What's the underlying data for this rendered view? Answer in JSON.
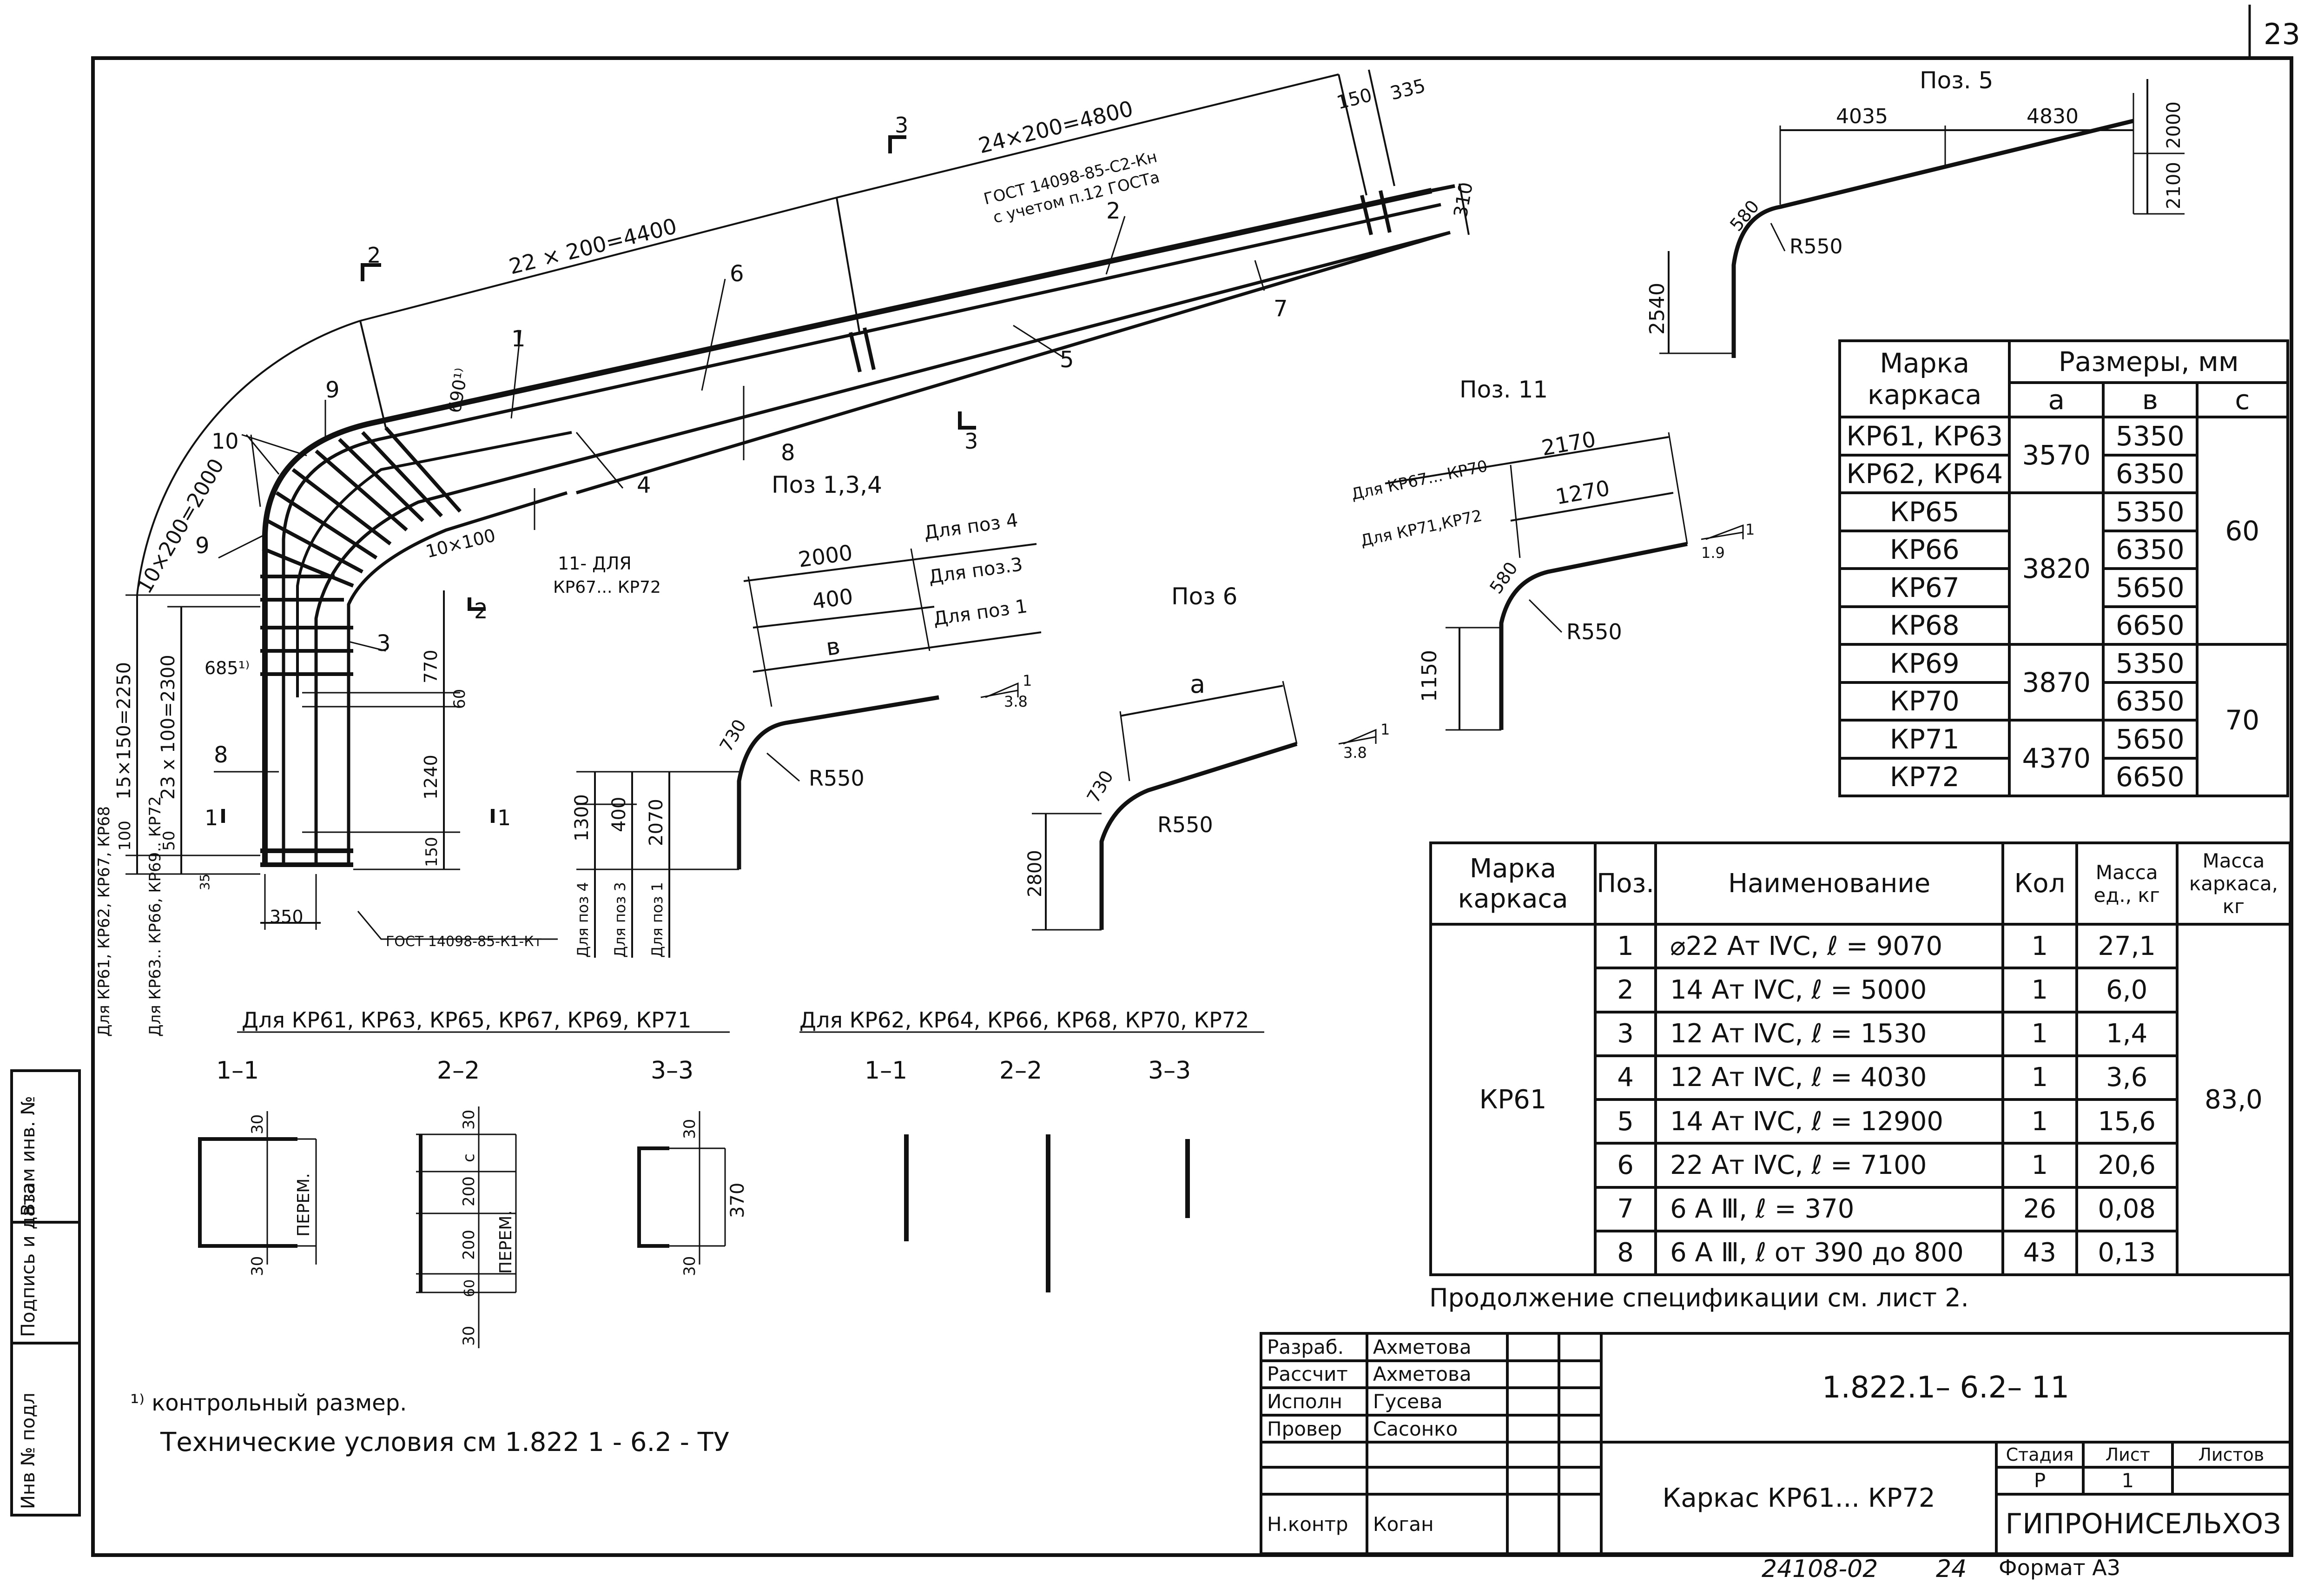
{
  "page_number": "23",
  "dims_main": {
    "d_10x200": "10×200=2000",
    "d_22x200": "22 × 200=4400",
    "d_24x200": "24×200=4800",
    "d_150": "150",
    "d_335": "335",
    "d_310": "310",
    "d_690": "690¹⁾",
    "d_685": "685¹⁾",
    "d_10x100": "10×100",
    "d_770": "770",
    "d_60": "60",
    "d_1240": "1240",
    "d_150b": "150",
    "d_350": "350",
    "d_15x150": "15×150=2250",
    "d_23x100": "23 x 100=2300",
    "d_100": "100",
    "d_50": "50",
    "d_35": "35"
  },
  "gost": {
    "top": "ГОСТ 14098-85-С2-Кн",
    "top_note": "с учетом п.12 ГОСТа",
    "bottom": "ГОСТ 14098-85-К1-Кт"
  },
  "callouts": [
    "1",
    "2",
    "3",
    "4",
    "5",
    "6",
    "7",
    "8",
    "8",
    "9",
    "9",
    "10",
    "11- ДЛЯ",
    "КР67... КР72"
  ],
  "section_marks": [
    "2",
    "2",
    "3",
    "3",
    "1",
    "1"
  ],
  "side_labels": {
    "kr61": "Для КР61, КР62, КР67, КР68",
    "kr63": "Для КР63.. КР66, КР69.. КР72"
  },
  "poz5": {
    "title": "Поз. 5",
    "d1": "4035",
    "d2": "4830",
    "d3": "2000",
    "d4": "2100",
    "d5": "580",
    "r": "R550",
    "h": "2540"
  },
  "poz134": {
    "title": "Поз 1,3,4",
    "d2000": "2000",
    "d400": "400",
    "db": "в",
    "for4": "Для поз 4",
    "for3": "Для поз.3",
    "for1": "Для поз 1",
    "slope": "3.8",
    "slope_one": "1",
    "d730": "730",
    "r": "R550",
    "h1300": "1300",
    "h400": "400",
    "h2070": "2070",
    "v4": "Для поз 4",
    "v3": "Для поз 3",
    "v1": "Для поз 1"
  },
  "poz6": {
    "title": "Поз 6",
    "da": "а",
    "d730": "730",
    "r": "R550",
    "h": "2800",
    "slope": "3.8",
    "slope_one": "1"
  },
  "poz11": {
    "title": "Поз. 11",
    "for67": "Для КР67... КР70",
    "for71": "Для КР71,КР72",
    "d2170": "2170",
    "d1270": "1270",
    "slope": "1.9",
    "slope_one": "1",
    "d580": "580",
    "r": "R550",
    "h": "1150"
  },
  "sections": {
    "group1": "Для КР61, КР63, КР65, КР67, КР69, КР71",
    "group2": "Для КР62, КР64, КР66, КР68, КР70, КР72",
    "s11": "1–1",
    "s22": "2–2",
    "s33": "3–3",
    "d30": "30",
    "perem": "ПЕРЕМ.",
    "dc": "с",
    "d200": "200",
    "d60": "60",
    "d370": "370"
  },
  "sizes_table": {
    "title_mark": "Марка каркаса",
    "title_sizes": "Размеры, мм",
    "col_a": "а",
    "col_b": "в",
    "col_c": "с",
    "rows": [
      {
        "mark": "КР61, КР63",
        "a": "3570",
        "b": "5350",
        "c": "60"
      },
      {
        "mark": "КР62, КР64",
        "a": "",
        "b": "6350",
        "c": ""
      },
      {
        "mark": "КР65",
        "a": "3820",
        "b": "5350",
        "c": ""
      },
      {
        "mark": "КР66",
        "a": "",
        "b": "6350",
        "c": ""
      },
      {
        "mark": "КР67",
        "a": "",
        "b": "5650",
        "c": ""
      },
      {
        "mark": "КР68",
        "a": "",
        "b": "6650",
        "c": ""
      },
      {
        "mark": "КР69",
        "a": "3870",
        "b": "5350",
        "c": "70"
      },
      {
        "mark": "КР70",
        "a": "",
        "b": "6350",
        "c": ""
      },
      {
        "mark": "КР71",
        "a": "4370",
        "b": "5650",
        "c": ""
      },
      {
        "mark": "КР72",
        "a": "",
        "b": "6650",
        "c": ""
      }
    ]
  },
  "spec_table": {
    "h_mark": "Марка каркаса",
    "h_pos": "Поз.",
    "h_name": "Наименование",
    "h_qty": "Кол",
    "h_mass_unit": "Масса ед., кг",
    "h_mass_total": "Масса каркаса, кг",
    "mark": "КР61",
    "total": "83,0",
    "rows": [
      {
        "pos": "1",
        "name": "⌀22 Ат ⅣС, ℓ = 9070",
        "qty": "1",
        "mass": "27,1"
      },
      {
        "pos": "2",
        "name": "14 Ат ⅣС, ℓ = 5000",
        "qty": "1",
        "mass": "6,0"
      },
      {
        "pos": "3",
        "name": "12 Ат ⅣС, ℓ = 1530",
        "qty": "1",
        "mass": "1,4"
      },
      {
        "pos": "4",
        "name": "12 Ат ⅣС, ℓ = 4030",
        "qty": "1",
        "mass": "3,6"
      },
      {
        "pos": "5",
        "name": "14 Ат ⅣС, ℓ = 12900",
        "qty": "1",
        "mass": "15,6"
      },
      {
        "pos": "6",
        "name": "22 Ат ⅣС, ℓ = 7100",
        "qty": "1",
        "mass": "20,6"
      },
      {
        "pos": "7",
        "name": "6 А Ⅲ, ℓ = 370",
        "qty": "26",
        "mass": "0,08"
      },
      {
        "pos": "8",
        "name": "6 А Ⅲ, ℓ от 390 до 800",
        "qty": "43",
        "mass": "0,13"
      }
    ]
  },
  "spec_note": "Продолжение спецификации см. лист 2.",
  "footnote1": "¹⁾ контрольный размер.",
  "footnote2": "Технические условия см 1.822 1 - 6.2 - ТУ",
  "stamp": {
    "roles": [
      {
        "role": "Разраб.",
        "name": "Ахметова"
      },
      {
        "role": "Рассчит",
        "name": "Ахметова"
      },
      {
        "role": "Исполн",
        "name": "Гусева"
      },
      {
        "role": "Провер",
        "name": "Сасонко"
      },
      {
        "role": "",
        "name": ""
      },
      {
        "role": "",
        "name": ""
      },
      {
        "role": "Н.контр",
        "name": "Коган"
      }
    ],
    "doc_code": "1.822.1– 6.2– 11",
    "title": "Каркас КР61... КР72",
    "h_stage": "Стадия",
    "h_sheet": "Лист",
    "h_sheets": "Листов",
    "stage": "Р",
    "sheet": "1",
    "sheets": "",
    "org": "ГИПРОНИСЕЛЬХОЗ"
  },
  "sidebar": {
    "inv_podl": "Инв № подл",
    "podpis": "Подпись и дата",
    "vzam": "Взам инв. №"
  },
  "bottom_code": "24108-02",
  "bottom_num": "24",
  "format": "Формат А3"
}
